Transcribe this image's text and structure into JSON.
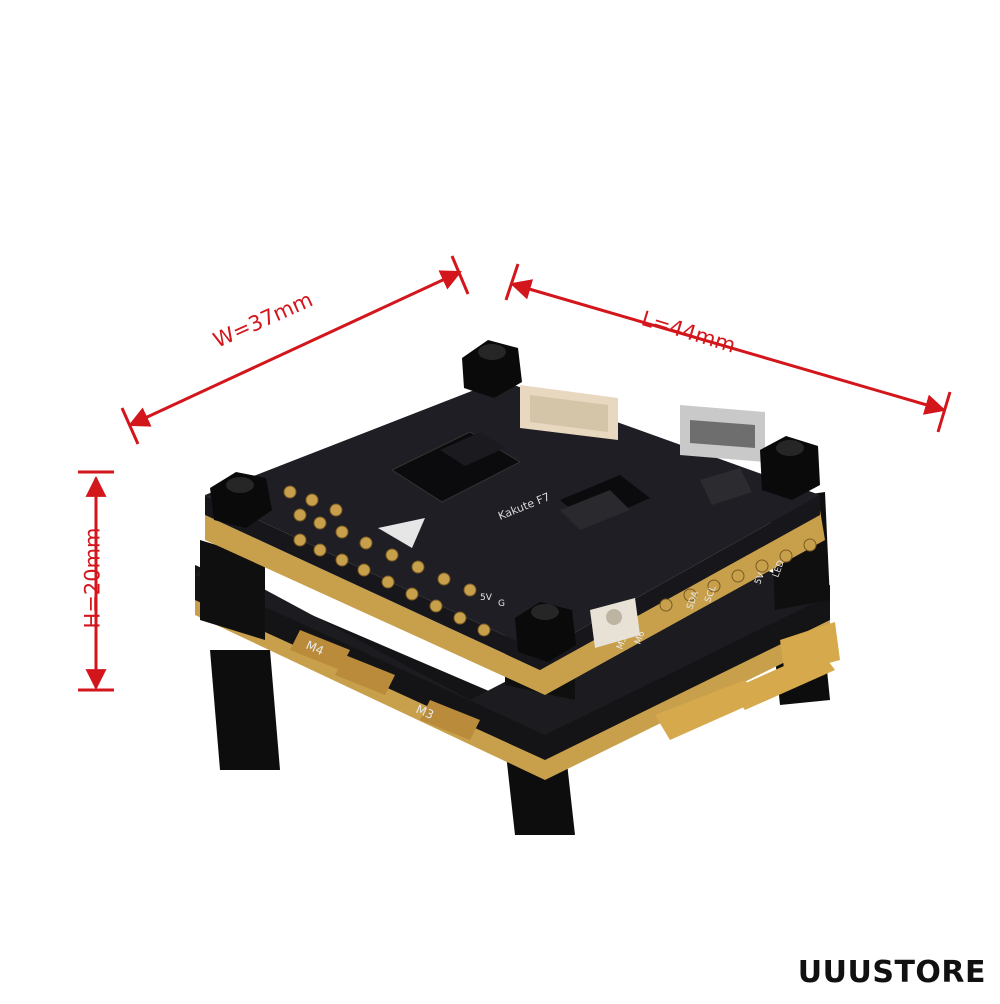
{
  "product": {
    "name": "flight controller and ESC stack",
    "board_label": "Kakute F7"
  },
  "dimensions": {
    "width_label": "W=37mm",
    "length_label": "L=44mm",
    "height_label": "H=20mm",
    "color": "#d3161c"
  },
  "pad_labels": [
    "5V",
    "G",
    "M5",
    "M6",
    "SDA",
    "SCL",
    "5V",
    "LED"
  ],
  "esc_labels": [
    "M4",
    "M3"
  ],
  "watermark": "UUUSTORE",
  "colors": {
    "pcb": "#16161a",
    "gold": "#c8a04c",
    "standoff": "#0d0d0d",
    "background": "#ffffff"
  }
}
